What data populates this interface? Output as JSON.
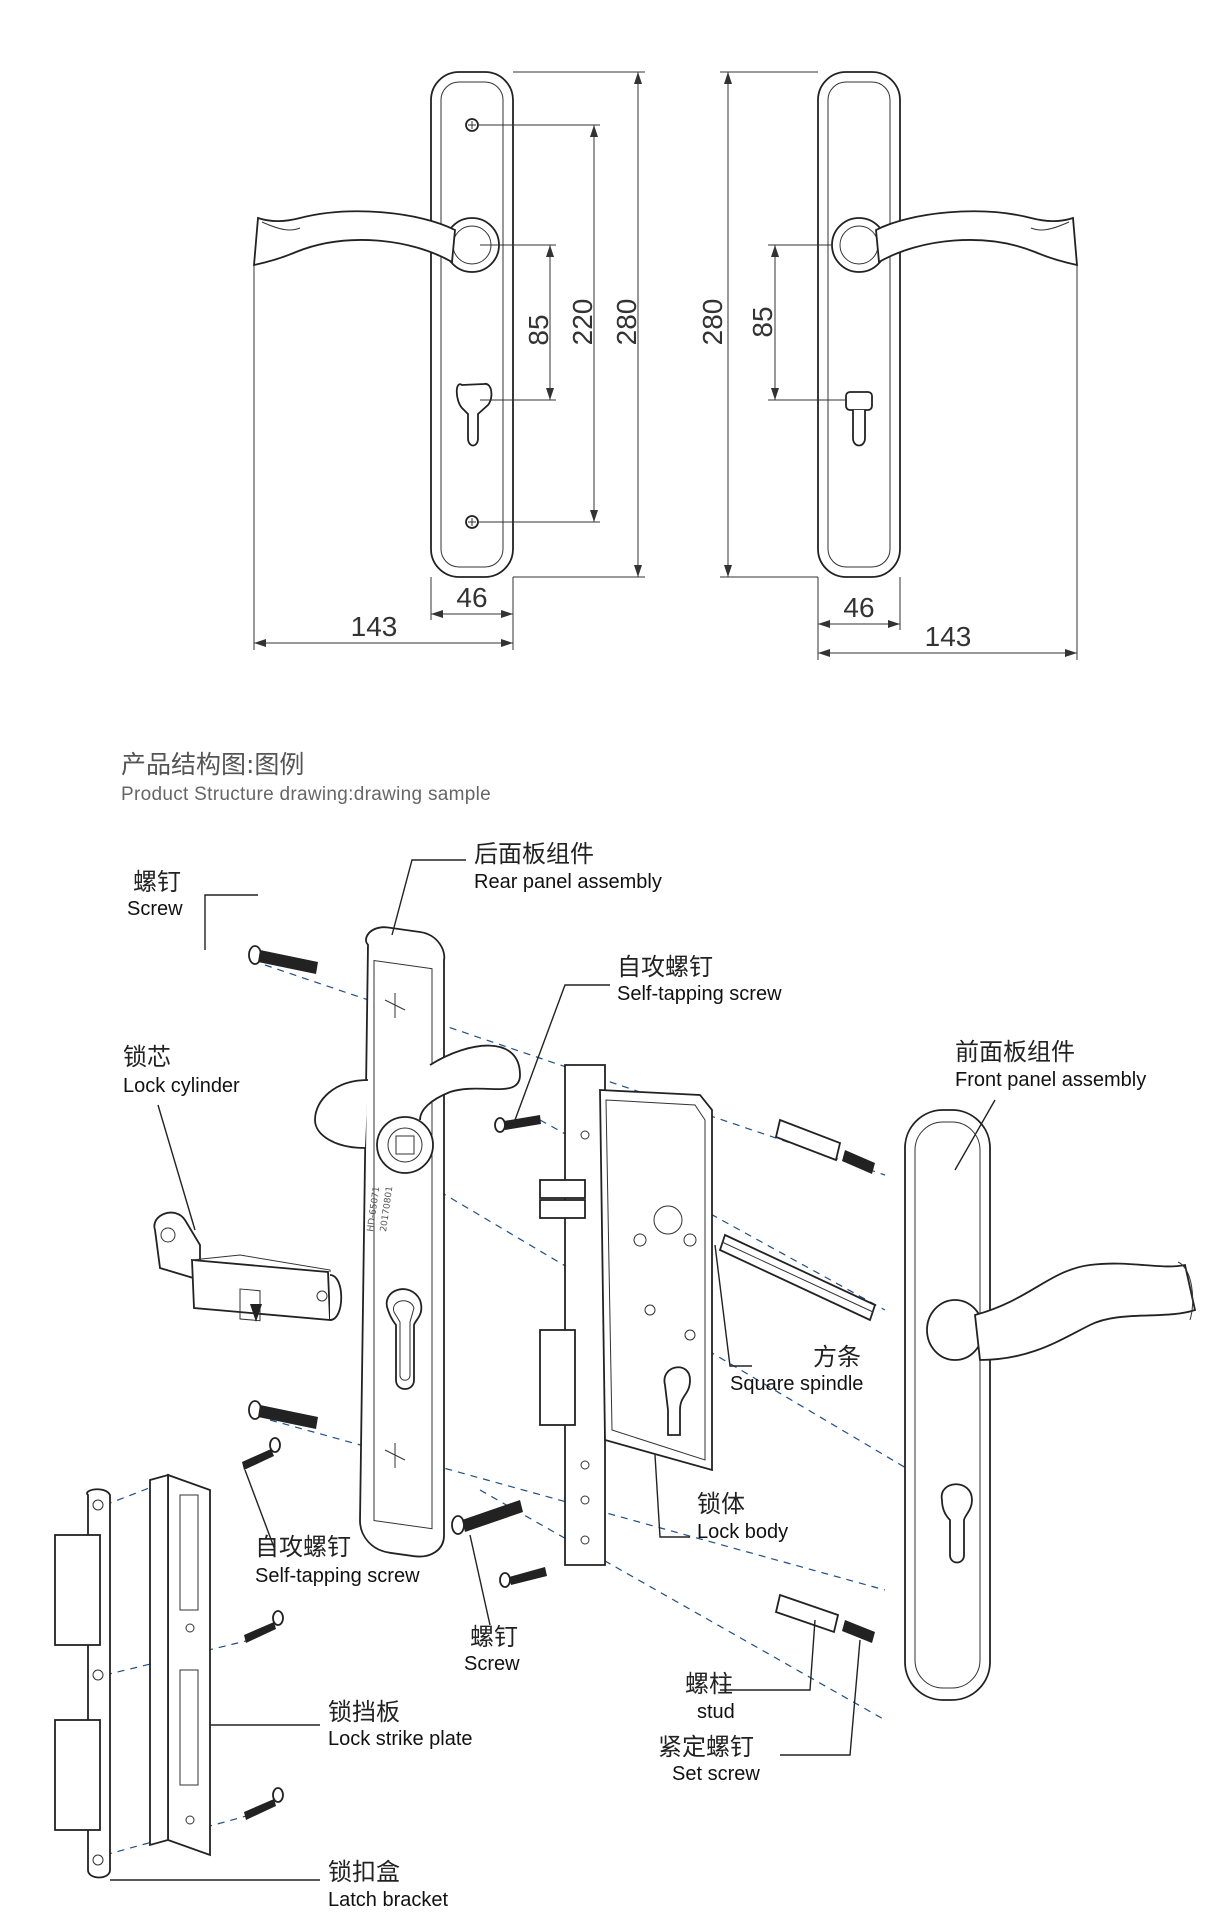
{
  "dimensions": {
    "rear": {
      "height_total": "280",
      "screw_spacing": "220",
      "handle_to_keyhole": "85",
      "plate_width": "46",
      "overall_width": "143"
    },
    "front": {
      "height_total": "280",
      "handle_to_keyhole": "85",
      "plate_width": "46",
      "overall_width": "143"
    }
  },
  "section_title": {
    "cn": "产品结构图:图例",
    "en": "Product Structure drawing:drawing sample"
  },
  "labels": {
    "screw_top": {
      "cn": "螺钉",
      "en": "Screw"
    },
    "rear_panel": {
      "cn": "后面板组件",
      "en": "Rear panel assembly"
    },
    "self_tapping_top": {
      "cn": "自攻螺钉",
      "en": "Self-tapping screw"
    },
    "lock_cylinder": {
      "cn": "锁芯",
      "en": "Lock cylinder"
    },
    "front_panel": {
      "cn": "前面板组件",
      "en": "Front panel assembly"
    },
    "square_spindle": {
      "cn": "方条",
      "en": "Square spindle"
    },
    "lock_body": {
      "cn": "锁体",
      "en": "Lock body"
    },
    "self_tapping_bottom": {
      "cn": "自攻螺钉",
      "en": "Self-tapping screw"
    },
    "screw_bottom": {
      "cn": "螺钉",
      "en": "Screw"
    },
    "stud": {
      "cn": "螺柱",
      "en": "stud"
    },
    "set_screw": {
      "cn": "紧定螺钉",
      "en": "Set screw"
    },
    "strike_plate": {
      "cn": "锁挡板",
      "en": "Lock strike plate"
    },
    "latch_bracket": {
      "cn": "锁扣盒",
      "en": "Latch bracket"
    }
  }
}
